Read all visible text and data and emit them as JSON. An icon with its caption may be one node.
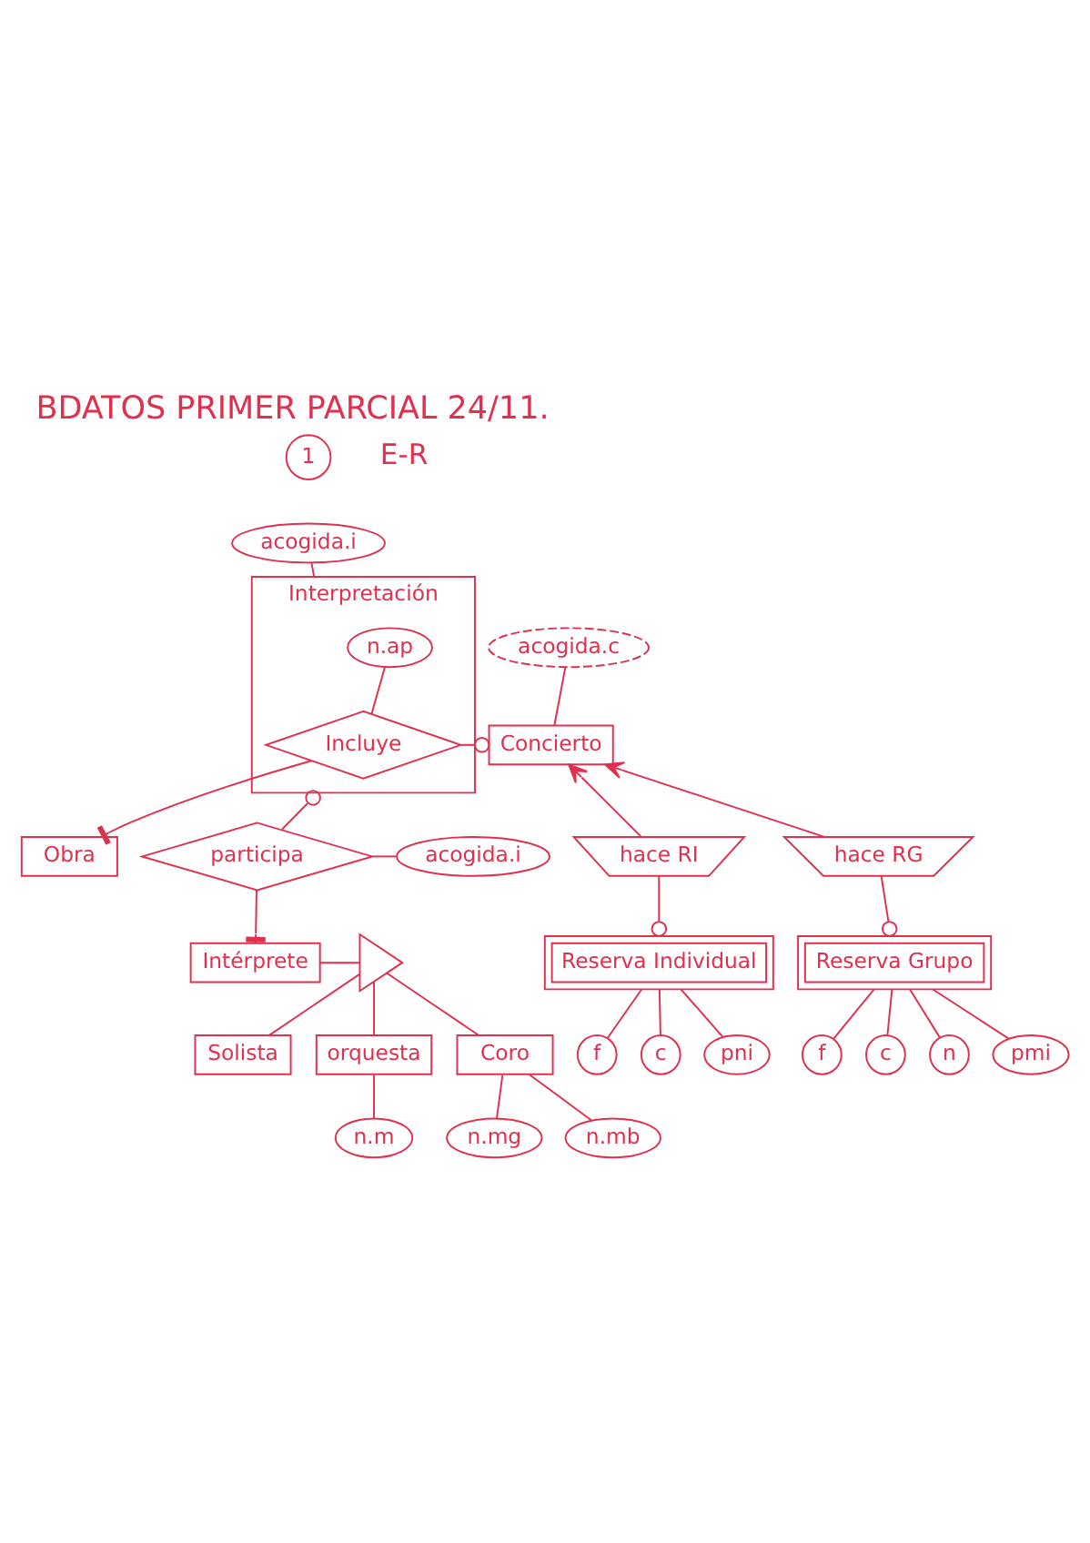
{
  "diagram": {
    "title": "BDATOS PRIMER PARCIAL 24/11.",
    "nodes": [
      {
        "text": [
          "1"
        ]
      },
      {
        "text": [
          "acogida.i"
        ]
      },
      {
        "text": [
          "acogida.c"
        ]
      },
      {
        "text": [
          "Interpretación"
        ]
      },
      {
        "text": [
          "n.ap"
        ],
        "in": 3
      },
      {
        "text": [
          "Incluye"
        ],
        "in": 3
      },
      {
        "text": [
          "Concierto"
        ]
      },
      {
        "text": [
          "Obra"
        ]
      },
      {
        "text": [
          "hace RI"
        ]
      },
      {
        "text": [
          "hace RG"
        ]
      },
      {
        "text": [
          "participa"
        ]
      },
      {
        "text": [
          "acogida.i"
        ]
      },
      {
        "text": [
          "Reserva Individual"
        ]
      },
      {
        "text": [
          "Reserva Grupo"
        ]
      },
      {
        "text": [
          "Intérprete"
        ]
      },
      {
        "text": [],
        "shape": "triangle"
      },
      {
        "text": [
          "Solista"
        ]
      },
      {
        "text": [
          "f"
        ]
      },
      {
        "text": [
          "c"
        ]
      },
      {
        "text": [
          "pni"
        ]
      },
      {
        "text": [
          "f"
        ]
      },
      {
        "text": [
          "c"
        ]
      },
      {
        "text": [
          "n"
        ]
      },
      {
        "text": [
          "pmi"
        ]
      },
      {
        "text": [
          "orquesta"
        ]
      },
      {
        "text": [
          "n.m"
        ]
      },
      {
        "text": [
          "Coro"
        ]
      },
      {
        "text": [
          "n.mg"
        ]
      },
      {
        "text": [
          "n.mb"
        ]
      }
    ],
    "edges": [
      {
        "from": 1,
        "to": 3,
        "arrow": "none"
      },
      {
        "from": 2,
        "to": 6,
        "arrow": "none"
      },
      {
        "from": 4,
        "to": 5,
        "arrow": "none"
      },
      {
        "from": 6,
        "to": 5,
        "arrow": "other"
      },
      {
        "from": 7,
        "to": 5,
        "arrow": "other"
      },
      {
        "from": 8,
        "to": 6,
        "arrow": "to"
      },
      {
        "from": 9,
        "to": 6,
        "arrow": "to"
      },
      {
        "from": 12,
        "to": 8,
        "arrow": "other"
      },
      {
        "from": 13,
        "to": 9,
        "arrow": "other"
      },
      {
        "from": 3,
        "to": 10,
        "arrow": "other"
      },
      {
        "from": 14,
        "to": 10,
        "arrow": "other"
      },
      {
        "from": 11,
        "to": 10,
        "arrow": "none"
      },
      {
        "from": 12,
        "to": 17,
        "arrow": "none"
      },
      {
        "from": 12,
        "to": 18,
        "arrow": "none"
      },
      {
        "from": 12,
        "to": 19,
        "arrow": "none"
      },
      {
        "from": 13,
        "to": 20,
        "arrow": "none"
      },
      {
        "from": 13,
        "to": 21,
        "arrow": "none"
      },
      {
        "from": 13,
        "to": 22,
        "arrow": "none"
      },
      {
        "from": 13,
        "to": 23,
        "arrow": "none"
      },
      {
        "from": 14,
        "to": 15,
        "arrow": "none"
      },
      {
        "from": 15,
        "to": 16,
        "arrow": "none"
      },
      {
        "from": 15,
        "to": 24,
        "arrow": "none"
      },
      {
        "from": 15,
        "to": 26,
        "arrow": "none"
      },
      {
        "from": 24,
        "to": 25,
        "arrow": "none"
      },
      {
        "from": 26,
        "to": 27,
        "arrow": "none"
      },
      {
        "from": 26,
        "to": 28,
        "arrow": "none"
      }
    ],
    "labels": [
      "E-R"
    ]
  }
}
